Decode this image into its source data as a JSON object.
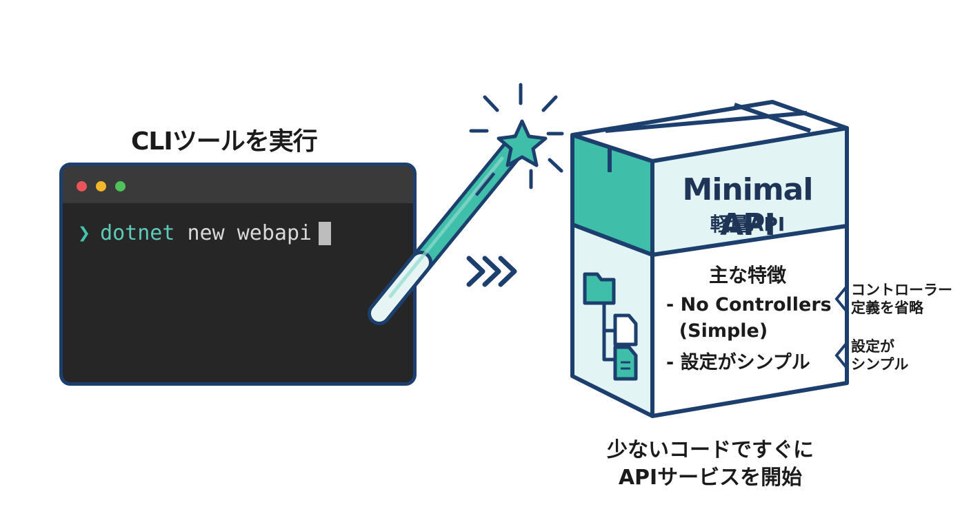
{
  "cli": {
    "title": "CLIツールを実行",
    "prompt": "❯",
    "command": "dotnet",
    "args": " new webapi"
  },
  "box": {
    "title": "Minimal API",
    "subtitle": "軽量API",
    "features_title": "主な特徴",
    "features": [
      "- No Controllers",
      "  (Simple)",
      "- 設定がシンプル"
    ]
  },
  "notes": {
    "note1": "コントローラー\n定義を省略",
    "note2": "設定が\nシンプル"
  },
  "caption": {
    "line1": "少ないコードですぐに",
    "line2": "APIサービスを開始"
  },
  "colors": {
    "navy": "#1c3f6e",
    "teal": "#3fbfaa",
    "light_teal": "#e3f4f4"
  }
}
